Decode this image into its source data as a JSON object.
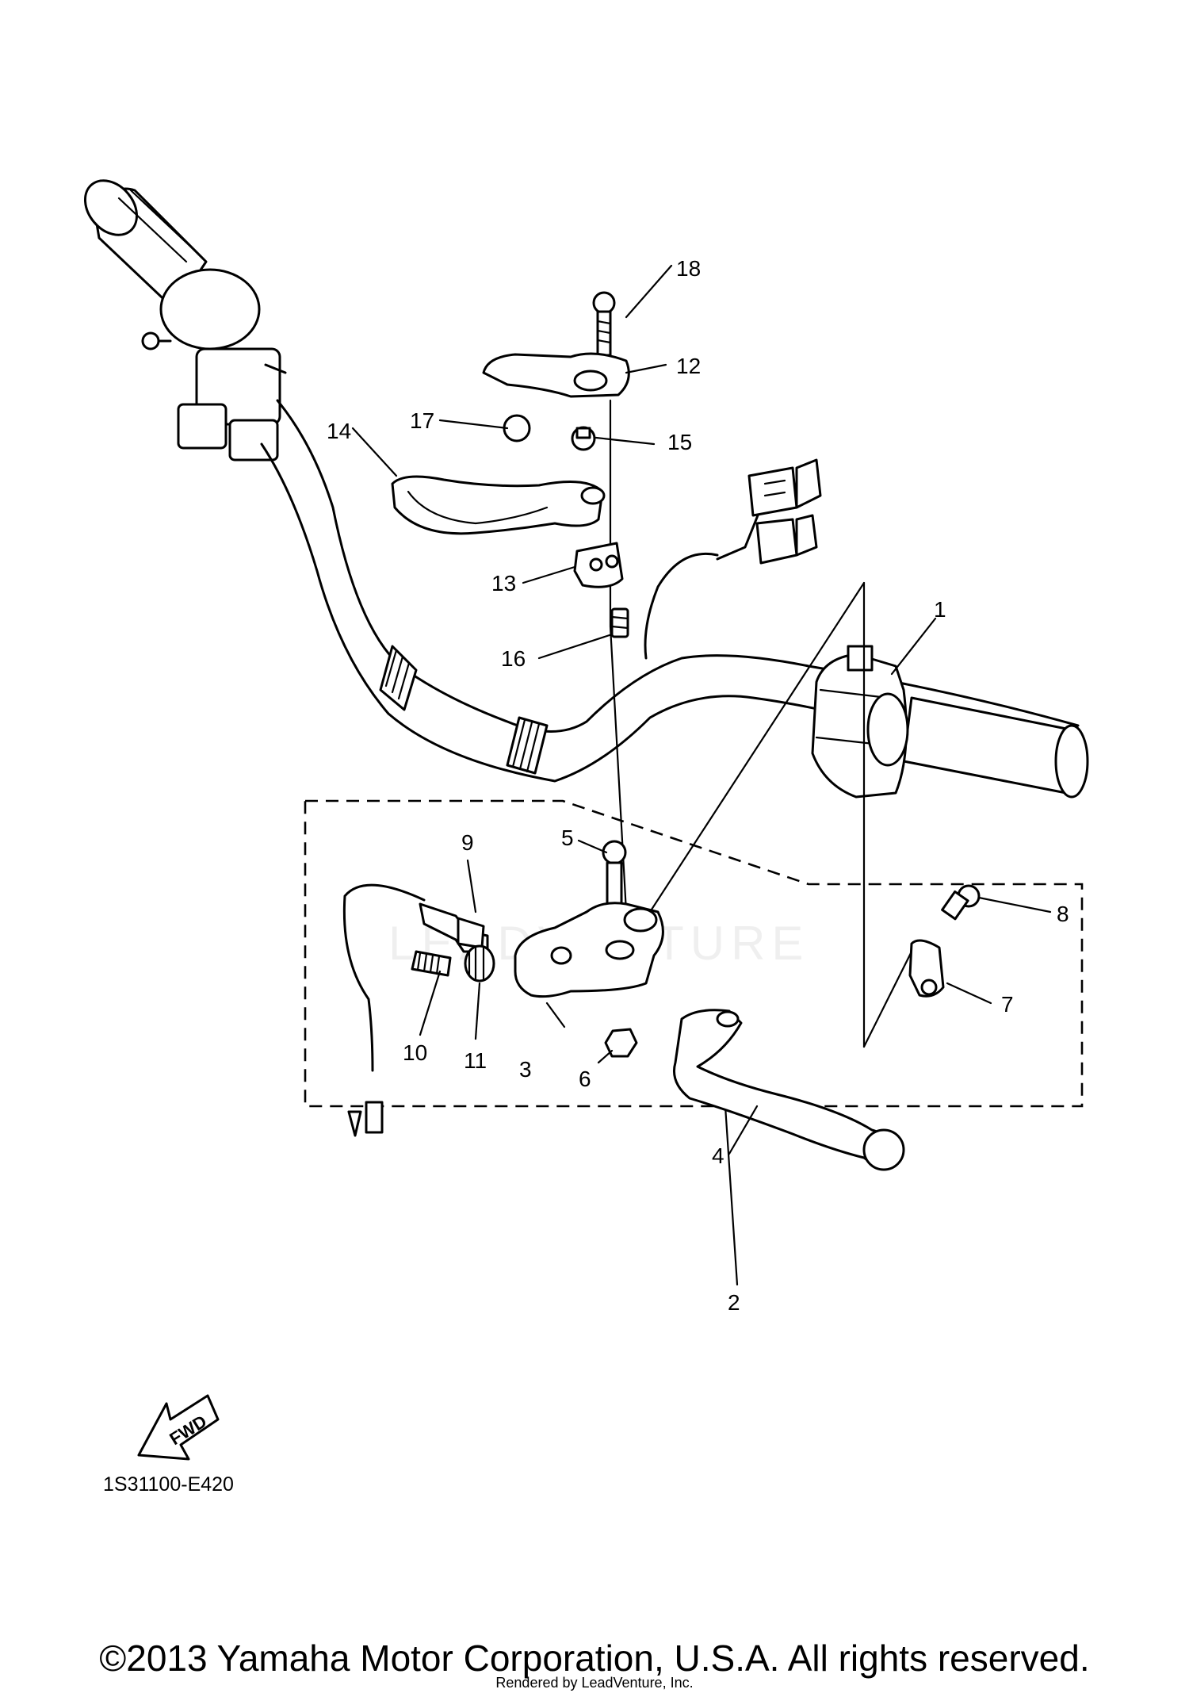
{
  "diagram_code": "1S31100-E420",
  "fwd_label": "FWD",
  "watermark": "LEADVENTURE",
  "copyright": "©2013 Yamaha Motor Corporation, U.S.A. All rights reserved.",
  "rendered_by": "Rendered by LeadVenture, Inc.",
  "callouts": [
    "1",
    "2",
    "3",
    "4",
    "5",
    "6",
    "7",
    "8",
    "9",
    "10",
    "11",
    "12",
    "13",
    "14",
    "15",
    "16",
    "17",
    "18"
  ]
}
